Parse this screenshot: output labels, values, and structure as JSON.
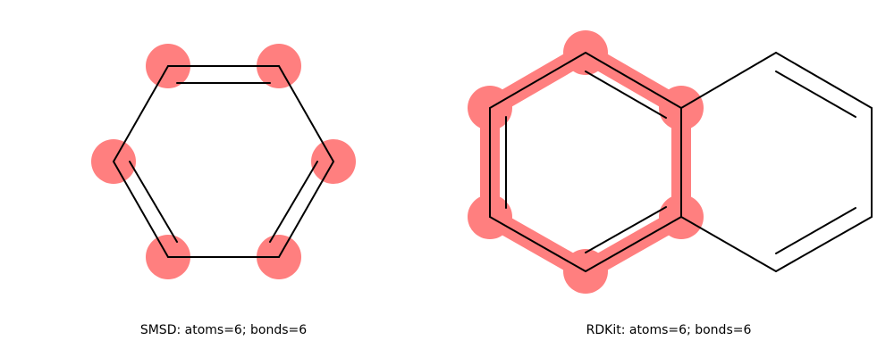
{
  "panels": [
    {
      "name": "smsd",
      "caption": "SMSD: atoms=6; bonds=6",
      "highlight_color": "#ff7f7f",
      "bond_color": "#000000"
    },
    {
      "name": "rdkit",
      "caption": "RDKit: atoms=6; bonds=6",
      "highlight_color": "#ff7f7f",
      "bond_color": "#000000"
    }
  ]
}
